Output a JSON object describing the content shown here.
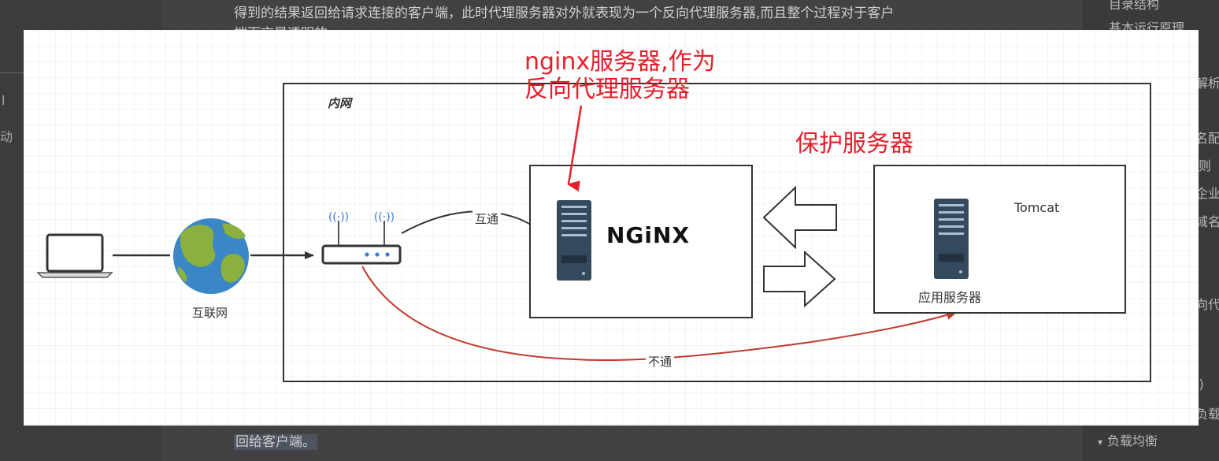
{
  "background": {
    "top_text": "得到的结果返回给请求连接的客户端，此时代理服务器对外就表现为一个反向代理服务器,而且整个过程对于客户",
    "top_text_line2": "端而言是透明的",
    "bottom_text": "回给客户端。",
    "left_fragment_1": "l",
    "left_fragment_2": "动",
    "right_items": [
      "目录结构",
      "基本运行原理",
      "解析",
      "名配",
      "则",
      "企业",
      "域名",
      "向代",
      "l)",
      "负载"
    ],
    "sidebar_last_item": "负载均衡",
    "sidebar_arrow": "▾"
  },
  "diagram": {
    "intranet_label": "内网",
    "internet_label": "互联网",
    "connected_label": "互通",
    "blocked_label": "不通",
    "nginx_logo_text": "NGiNX",
    "tomcat_label": "Tomcat",
    "app_server_label": "应用服务器",
    "annotation_nginx_line1": "nginx服务器,作为",
    "annotation_nginx_line2": "反向代理服务器",
    "annotation_protect": "保护服务器",
    "colors": {
      "annotation": "#e5202b",
      "blocked_arrow": "#c0392b",
      "border": "#333333",
      "globe_ocean": "#3b86c4",
      "globe_land": "#8bb040",
      "server": "#33495e"
    }
  }
}
